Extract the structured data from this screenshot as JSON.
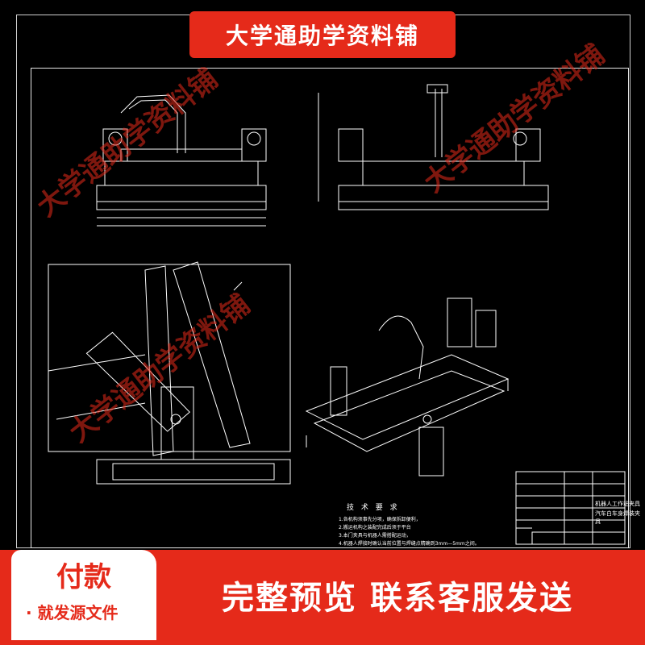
{
  "banner": {
    "title": "大学通助学资料铺"
  },
  "watermarks": [
    "大学通助学资料铺",
    "大学通助学资料铺",
    "大学通助学资料铺"
  ],
  "drawing": {
    "section_title": "技 术 要 求",
    "notes": [
      "1.各机构须事先分项，确保拆卸便利，",
      "2.搬运机构之装配完成后须于平台",
      "3.本门夹具与机器人需搭配运动，",
      "4.机器人焊接时确认当前位置与焊缝点精确到3mm—5mm之间。"
    ],
    "title_block": {
      "line1": "机器人工作站夹具",
      "line2": "汽车白车身焊装夹具"
    }
  },
  "footer": {
    "pay_title": "付款",
    "pay_sub": "· 就发源文件",
    "cta": "完整预览  联系客服发送"
  },
  "colors": {
    "accent": "#e52a1a",
    "drawing_line": "#ffffff",
    "background": "#000000"
  }
}
